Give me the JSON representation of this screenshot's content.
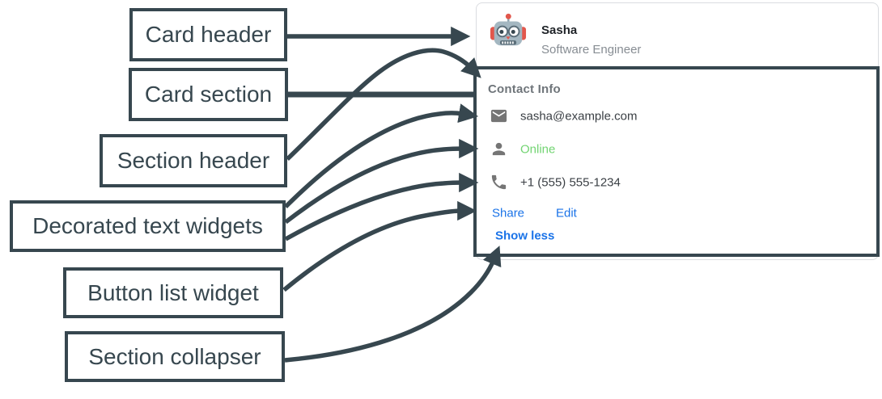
{
  "annotations": {
    "labels": [
      {
        "id": "card-header",
        "text": "Card header"
      },
      {
        "id": "card-section",
        "text": "Card section"
      },
      {
        "id": "section-header",
        "text": "Section header"
      },
      {
        "id": "decorated-text",
        "text": "Decorated text widgets"
      },
      {
        "id": "button-list",
        "text": "Button list widget"
      },
      {
        "id": "section-collapser",
        "text": "Section collapser"
      }
    ],
    "arrow_color": "#37474F"
  },
  "card": {
    "header": {
      "title": "Sasha",
      "subtitle": "Software Engineer",
      "avatar_icon": "robot-avatar"
    },
    "section": {
      "title": "Contact Info",
      "widgets": [
        {
          "icon": "email-icon",
          "text": "sasha@example.com"
        },
        {
          "icon": "person-icon",
          "text": "Online"
        },
        {
          "icon": "phone-icon",
          "text": "+1 (555) 555-1234"
        }
      ],
      "buttons": [
        {
          "label": "Share"
        },
        {
          "label": "Edit"
        }
      ],
      "collapser_label": "Show less"
    }
  },
  "colors": {
    "annotation_slate": "#37474F",
    "link_blue": "#1A73E8",
    "online_green": "#72D472",
    "text_dark": "#3A3F44",
    "text_gray": "#878D93",
    "icon_gray": "#757575",
    "card_border": "#DADCE0"
  }
}
